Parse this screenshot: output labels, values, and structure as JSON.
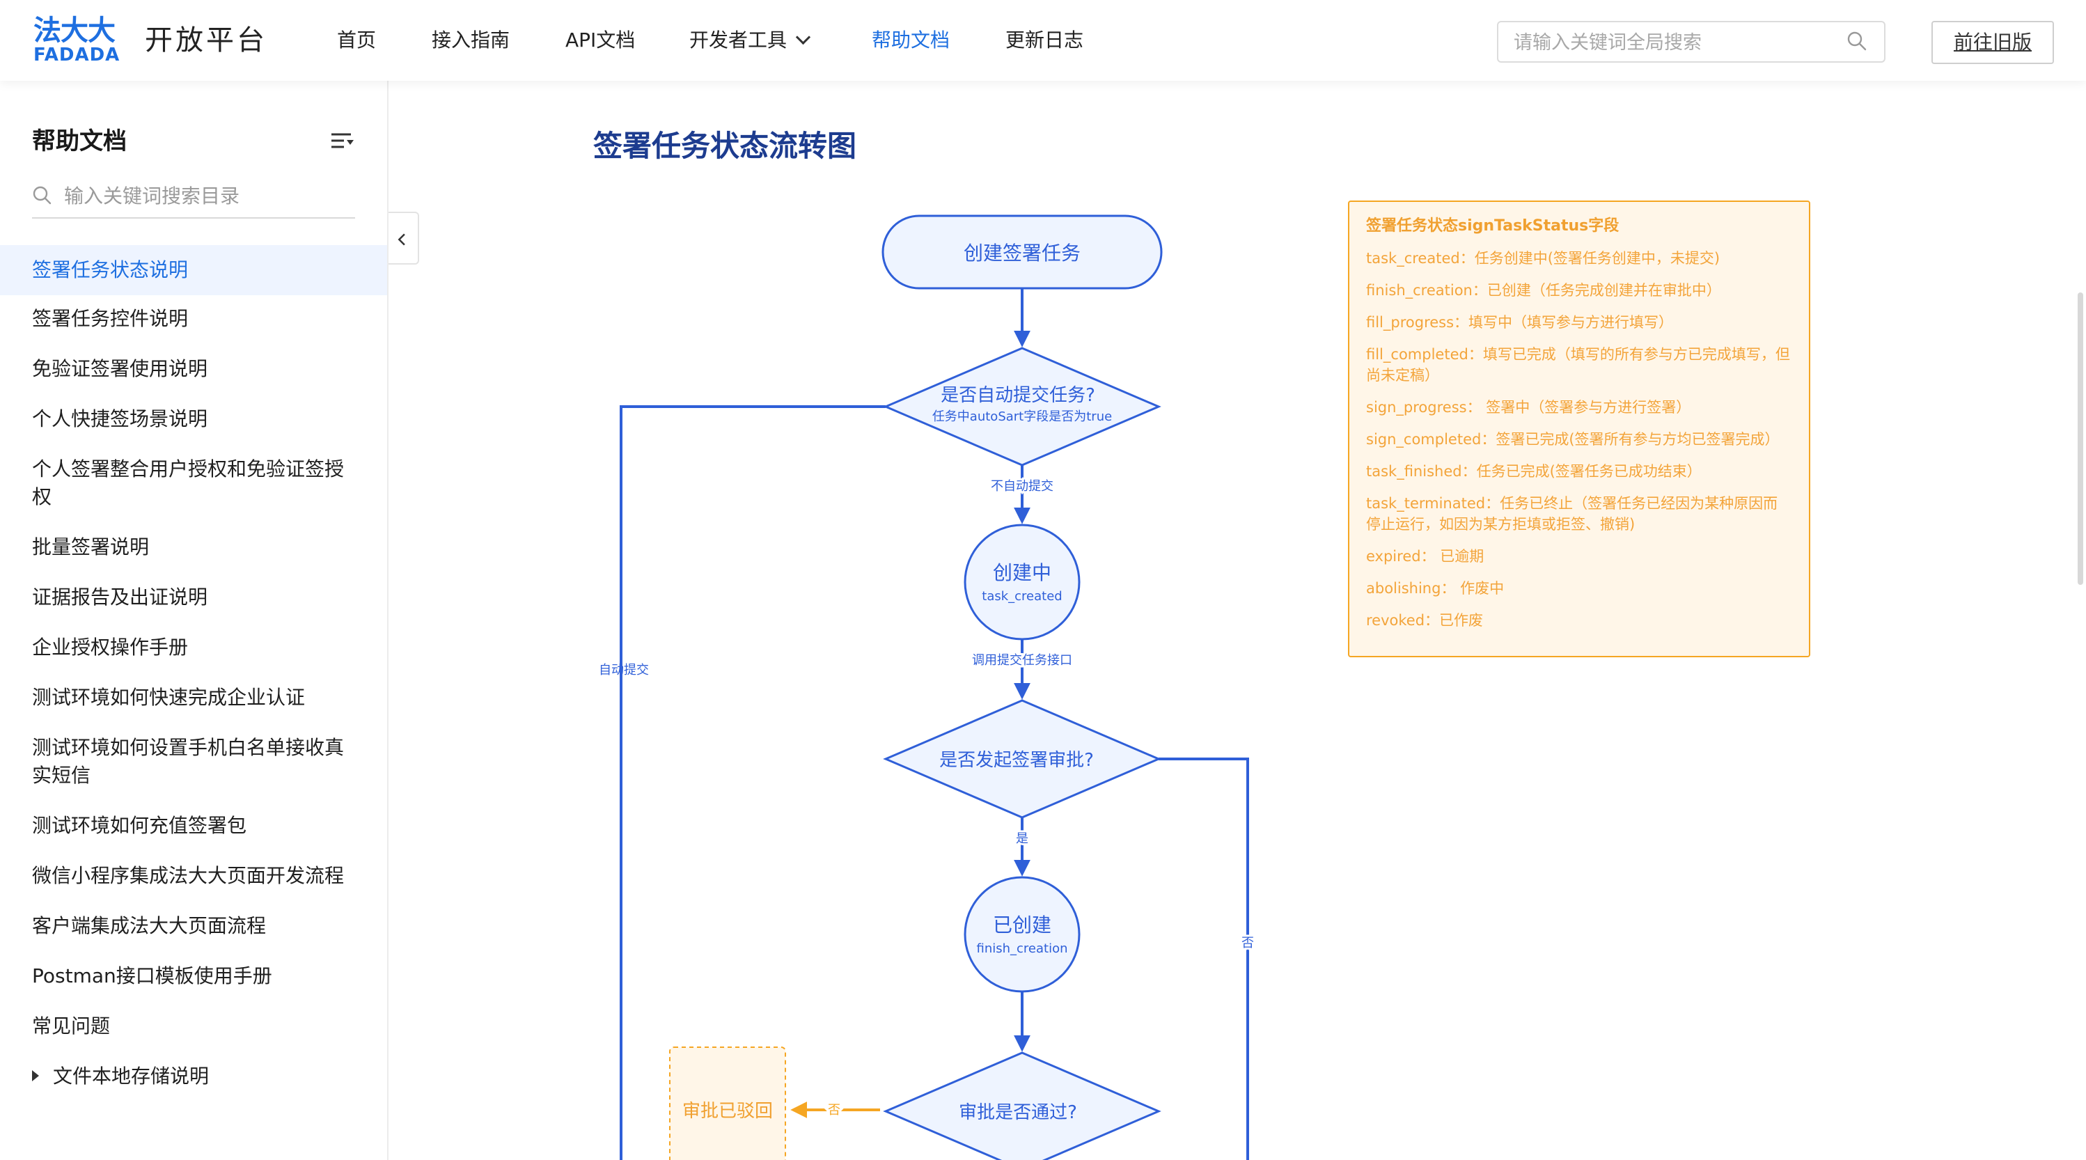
{
  "logo": {
    "top": "法大大",
    "bottom": "FADADA"
  },
  "brand": "开放平台",
  "nav": [
    {
      "label": "首页",
      "active": false
    },
    {
      "label": "接入指南",
      "active": false
    },
    {
      "label": "API文档",
      "active": false
    },
    {
      "label": "开发者工具",
      "active": false,
      "has_dropdown": true
    },
    {
      "label": "帮助文档",
      "active": true
    },
    {
      "label": "更新日志",
      "active": false
    }
  ],
  "search": {
    "placeholder": "请输入关键词全局搜索",
    "icon": "search-icon"
  },
  "old_version_label": "前往旧版",
  "sidebar": {
    "title": "帮助文档",
    "search_placeholder": "输入关键词搜索目录",
    "items": [
      {
        "label": "签署任务状态说明",
        "active": true
      },
      {
        "label": "签署任务控件说明"
      },
      {
        "label": "免验证签署使用说明"
      },
      {
        "label": "个人快捷签场景说明"
      },
      {
        "label": "个人签署整合用户授权和免验证签授权"
      },
      {
        "label": "批量签署说明"
      },
      {
        "label": "证据报告及出证说明"
      },
      {
        "label": "企业授权操作手册"
      },
      {
        "label": "测试环境如何快速完成企业认证"
      },
      {
        "label": "测试环境如何设置手机白名单接收真实短信"
      },
      {
        "label": "测试环境如何充值签署包"
      },
      {
        "label": "微信小程序集成法大大页面开发流程"
      },
      {
        "label": "客户端集成法大大页面流程"
      },
      {
        "label": "Postman接口模板使用手册"
      },
      {
        "label": "常见问题"
      },
      {
        "label": "文件本地存储说明",
        "expandable": true
      }
    ]
  },
  "main": {
    "title": "签署任务状态流转图"
  },
  "flowchart": {
    "start": "创建签署任务",
    "d1_title": "是否自动提交任务?",
    "d1_sub": "任务中autoSart字段是否为true",
    "e_no_auto": "不自动提交",
    "e_auto": "自动提交",
    "s1_title": "创建中",
    "s1_sub": "task_created",
    "e_submit": "调用提交任务接口",
    "d2_title": "是否发起签署审批?",
    "e_yes": "是",
    "e_no": "否",
    "s2_title": "已创建",
    "s2_sub": "finish_creation",
    "d3_title": "审批是否通过?",
    "e_no2": "否",
    "rejected": "审批已驳回"
  },
  "legend": {
    "title": "签署任务状态signTaskStatus字段",
    "lines": [
      "task_created：任务创建中(签署任务创建中，未提交)",
      "finish_creation：已创建（任务完成创建并在审批中）",
      "fill_progress：填写中（填写参与方进行填写）",
      "fill_completed：填写已完成（填写的所有参与方已完成填写，但尚未定稿）",
      "sign_progress： 签署中（签署参与方进行签署）",
      "sign_completed：签署已完成(签署所有参与方均已签署完成）",
      "task_finished：任务已完成(签署任务已成功结束）",
      "task_terminated：任务已终止（签署任务已经因为某种原因而停止运行，如因为某方拒填或拒签、撤销)",
      "expired： 已逾期",
      "abolishing： 作废中",
      "revoked：已作废"
    ]
  },
  "colors": {
    "accent": "#1e6fe0",
    "flow_blue": "#2f5fd8",
    "node_fill": "#eef4ff",
    "legend_orange": "#f5a623",
    "legend_bg": "#fff6e8"
  }
}
